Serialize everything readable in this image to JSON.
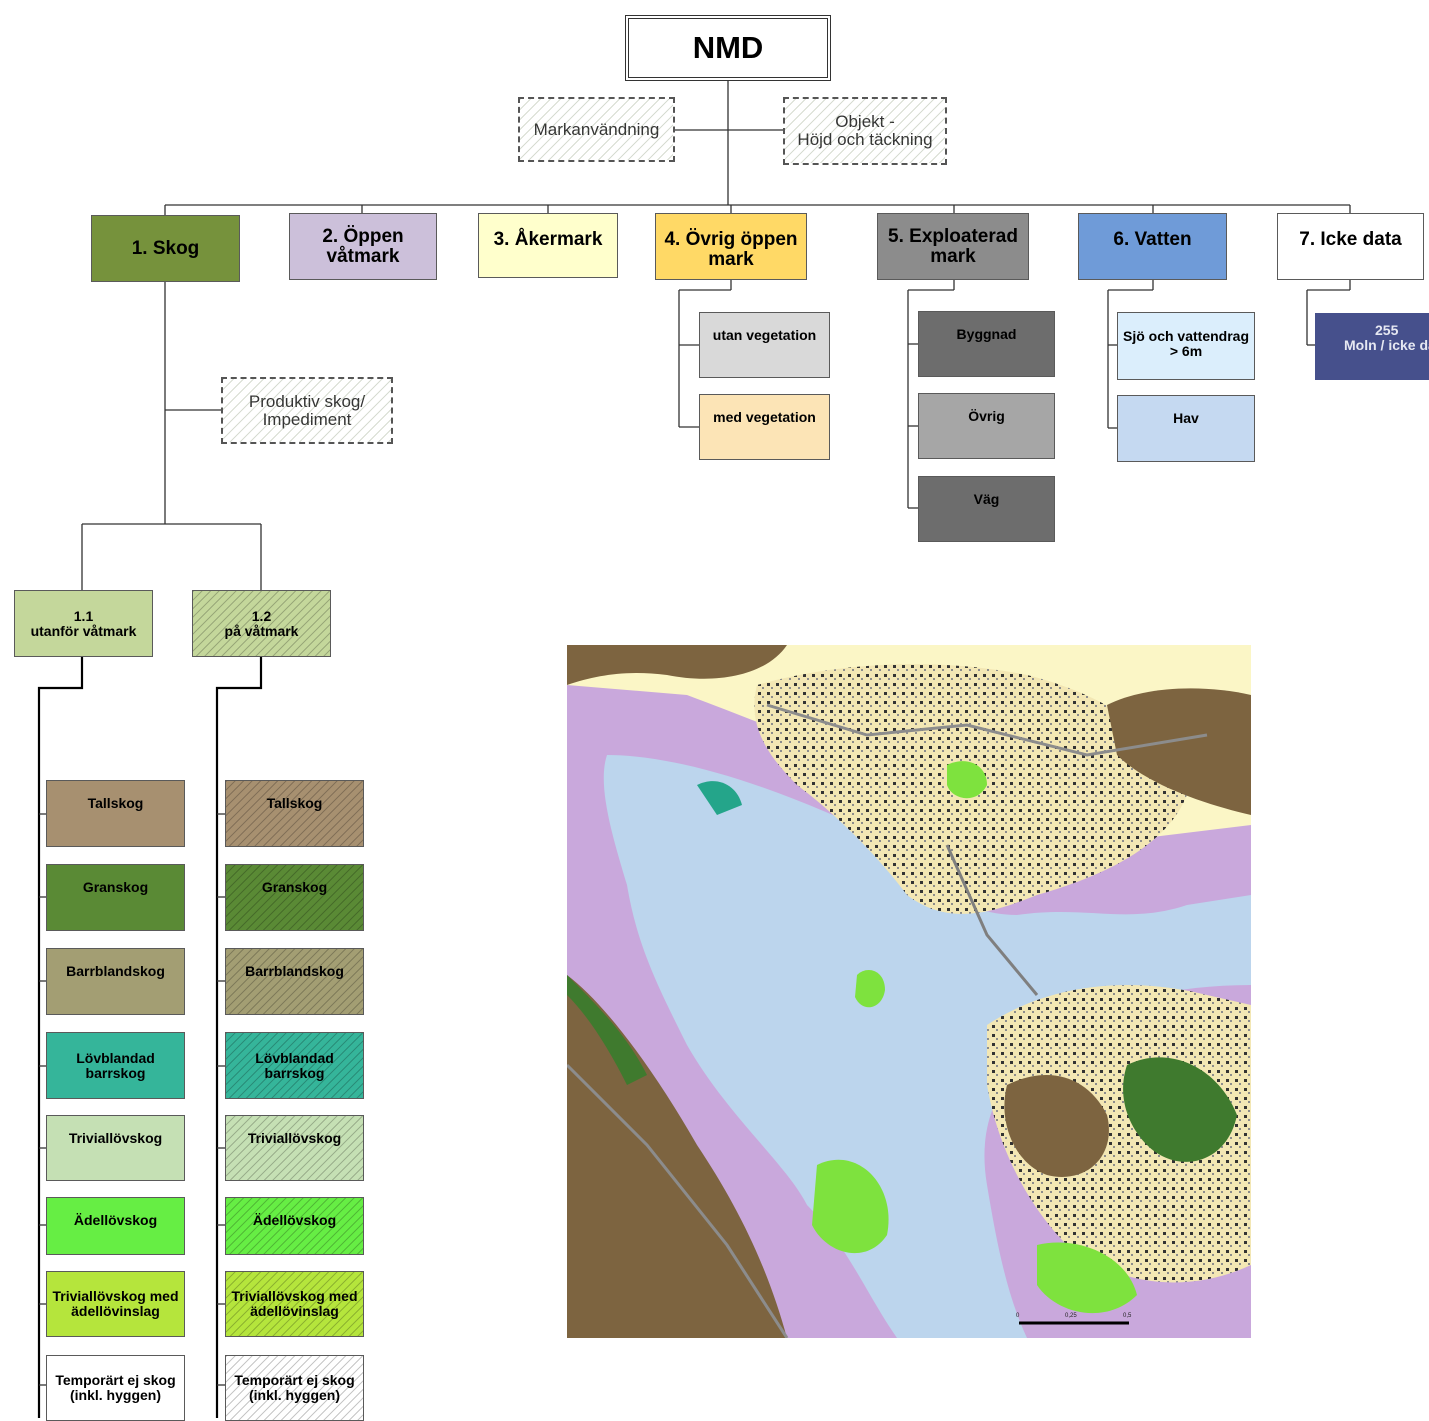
{
  "title": "NMD",
  "objects": {
    "markanvandning": "Markanvändning",
    "objekt_line1": "Objekt -",
    "objekt_line2": "Höjd och täckning",
    "produktiv_line1": "Produktiv skog/",
    "produktiv_line2": "Impediment"
  },
  "categories": {
    "skog": {
      "label": "1. Skog",
      "color": "#76923c"
    },
    "oppen_vatmark": {
      "line1": "2. Öppen",
      "line2": "våtmark",
      "color": "#ccc0da"
    },
    "akermark": {
      "label": "3. Åkermark",
      "color": "#ffffcc"
    },
    "ovrig_oppen": {
      "line1": "4. Övrig öppen",
      "line2": "mark",
      "color": "#ffd966"
    },
    "exploaterad": {
      "line1": "5. Exploaterad",
      "line2": "mark",
      "color": "#8c8c8c"
    },
    "vatten": {
      "label": "6. Vatten",
      "color": "#6f9bd8"
    },
    "icke_data": {
      "label": "7. Icke data",
      "color": "#ffffff"
    }
  },
  "ovrig_oppen_sub": [
    {
      "label": "utan vegetation",
      "color": "#d9d9d9"
    },
    {
      "label": "med vegetation",
      "color": "#fce4b6"
    }
  ],
  "exploaterad_sub": [
    {
      "label": "Byggnad",
      "color": "#6d6d6d"
    },
    {
      "label": "Övrig",
      "color": "#a6a6a6"
    },
    {
      "label": "Väg",
      "color": "#6d6d6d"
    }
  ],
  "vatten_sub": [
    {
      "line1": "Sjö och vattendrag",
      "line2": "> 6m",
      "color": "#dbeefc"
    },
    {
      "label": "Hav",
      "color": "#c5d9f1"
    }
  ],
  "icke_data_sub": {
    "line1": "255",
    "line2": "Moln / icke data",
    "color": "#46508c"
  },
  "skog_groups": [
    {
      "line1": "1.1",
      "line2": "utanför våtmark",
      "color": "#c4d79b"
    },
    {
      "line1": "1.2",
      "line2": "på våtmark",
      "color": "#c4d79b"
    }
  ],
  "forest_types": [
    {
      "line1": "Tallskog",
      "color": "#a79070"
    },
    {
      "line1": "Granskog",
      "color": "#5a8a35"
    },
    {
      "line1": "Barrblandskog",
      "color": "#a39e73"
    },
    {
      "line1": "Lövblandad",
      "line2": "barrskog",
      "color": "#35b59a"
    },
    {
      "line1": "Triviallövskog",
      "color": "#c5e0b4"
    },
    {
      "line1": "Ädellövskog",
      "color": "#66ee44"
    },
    {
      "line1": "Triviallövskog med",
      "line2": "ädellövinslag",
      "color": "#b5e53c"
    },
    {
      "line1": "Temporärt ej skog",
      "line2": "(inkl. hyggen)",
      "color": "#ffffff"
    }
  ],
  "map": {
    "scalebar_labels": [
      "0",
      "0,25",
      "0,5"
    ],
    "colors": {
      "water": "#bcd5ed",
      "wetland": "#c9a8dc",
      "open_veg": "#f5e6b5",
      "farmland": "#fbf6c6",
      "pine": "#7d6440",
      "spruce": "#3f7a2e",
      "deciduous": "#7ee23e",
      "mixed": "#24a58a",
      "urban": "#8c8c8c"
    }
  }
}
